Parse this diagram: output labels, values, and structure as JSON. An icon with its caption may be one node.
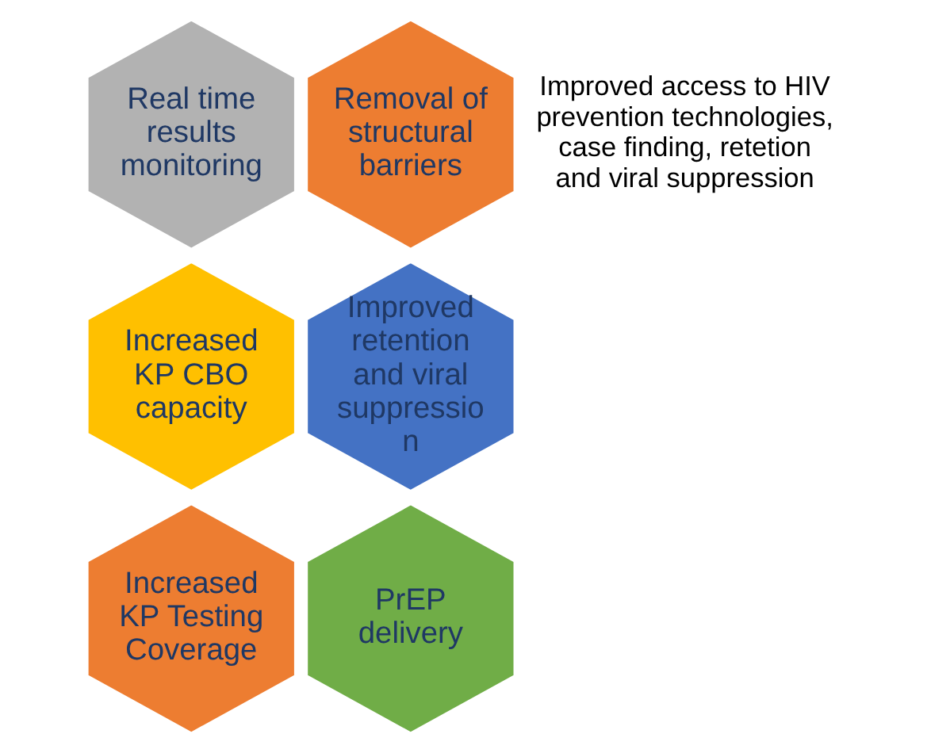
{
  "diagram": {
    "nodes": [
      {
        "text": [
          "Real time results monitoring"
        ]
      },
      {
        "text": [
          "Removal of structural barriers"
        ]
      },
      {
        "text": [
          "Increased KP CBO capacity"
        ]
      },
      {
        "text": [
          "Improved retention and viral suppression"
        ]
      },
      {
        "text": [
          "Increased KP Testing Coverage"
        ]
      },
      {
        "text": [
          "PrEP delivery"
        ]
      }
    ],
    "edges": [],
    "labels": [
      "Improved access to HIV prevention technologies, case finding, retetion and viral suppression"
    ]
  }
}
